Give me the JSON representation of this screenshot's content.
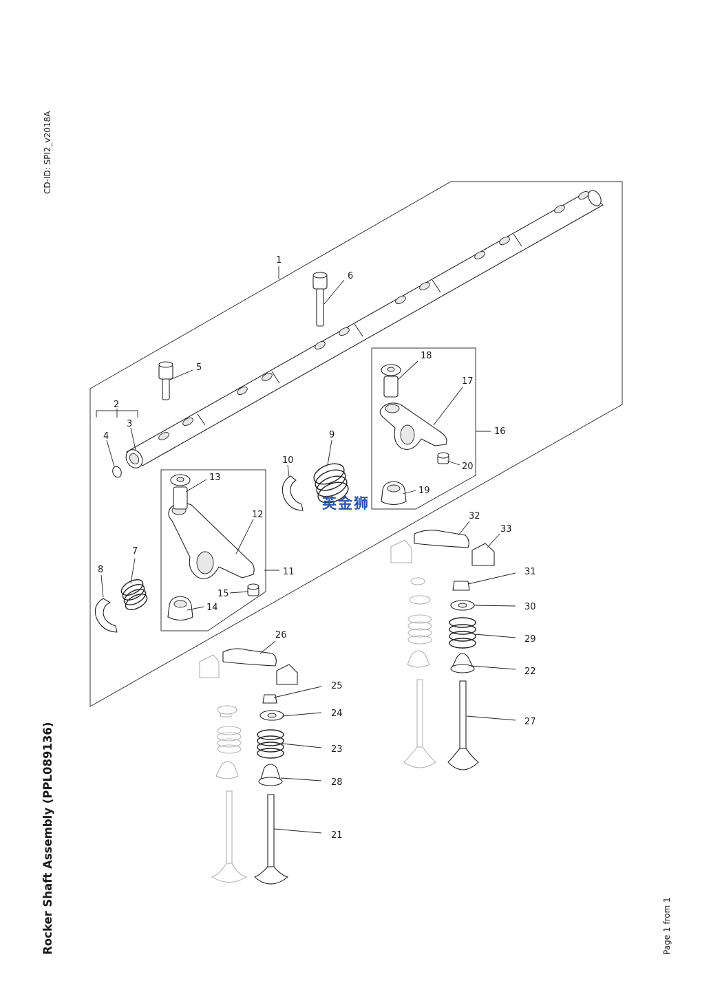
{
  "document": {
    "doc_id": "CD-ID: SPI2_v2018A",
    "title": "Rocker Shaft Assembly (PPL089136)",
    "page_number": "Page 1 from 1",
    "watermark": "英金狮"
  },
  "callouts": [
    "1",
    "2",
    "3",
    "4",
    "5",
    "6",
    "7",
    "8",
    "9",
    "10",
    "11",
    "12",
    "13",
    "14",
    "15",
    "16",
    "17",
    "18",
    "19",
    "20",
    "21",
    "22",
    "23",
    "24",
    "25",
    "26",
    "27",
    "28",
    "29",
    "30",
    "31",
    "32",
    "33"
  ],
  "colors": {
    "ink": "#1a1a1a",
    "ghost_part": "#aaaaaa",
    "watermark": "#2f56a6"
  }
}
